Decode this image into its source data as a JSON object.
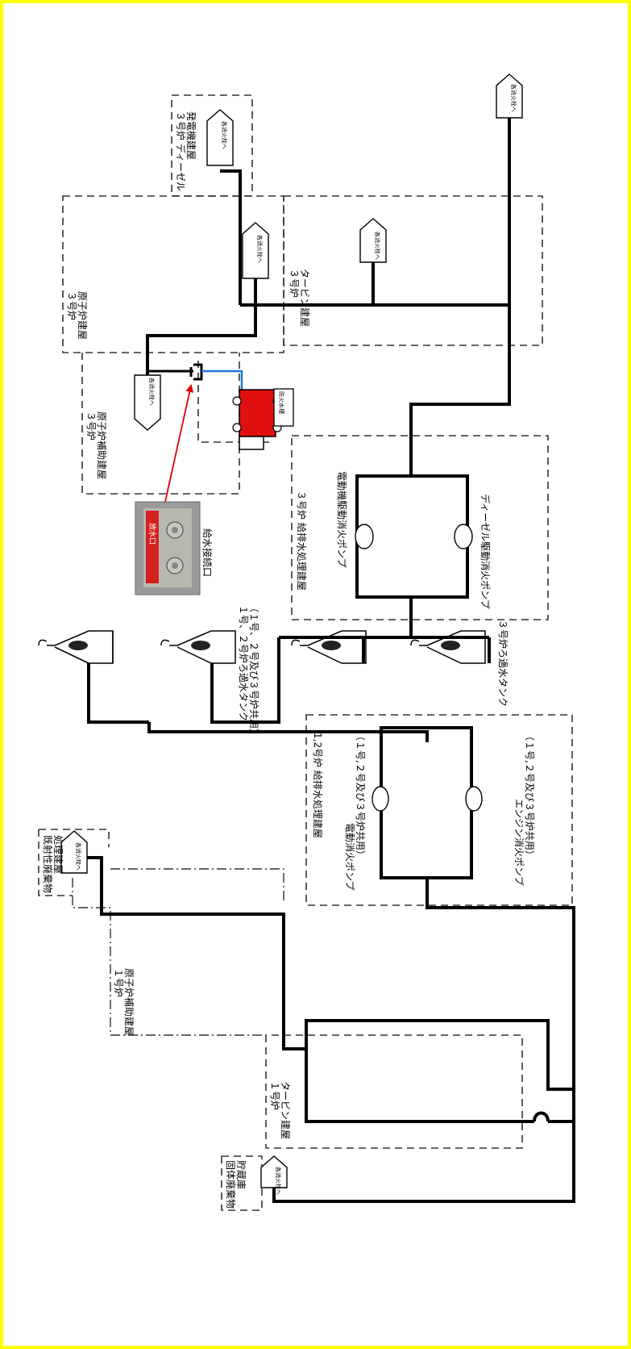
{
  "labels": {
    "unit3_diesel_gen_bldg": [
      "３号炉 ディーゼル",
      "発電機建屋"
    ],
    "unit3_turbine_bldg": [
      "３号炉",
      "タービン建屋"
    ],
    "unit3_reactor_bldg": [
      "３号炉",
      "原子炉建屋"
    ],
    "unit3_aux_bldg": [
      "３号炉",
      "原子炉補助建屋"
    ],
    "fire_water_tank": "防火水槽",
    "water_supply_connection": "給水接続口",
    "unit3_water_treatment_bldg": "３号炉 給排水処理建屋",
    "motor_pump_unit3": "電動機駆動消火ポンプ",
    "diesel_pump_unit3": "ディーゼル駆動消火ポンプ",
    "filtered_tank_units12": [
      "１号、２号炉ろ過水タンク",
      "（１号、２号及び３号炉共用）"
    ],
    "filtered_tank_unit3": "３号炉ろ過水タンク",
    "units12_water_treatment_bldg": "1,2号炉 給排水処理建屋",
    "motor_fire_pump_shared": [
      "電動消火ポンプ",
      "（１号,２号及び３号炉共用）"
    ],
    "engine_fire_pump_shared": [
      "エンジン消火ポンプ",
      "（１号,２号及び３号炉共用）"
    ],
    "radwaste_bldg": [
      "既射性廃棄物",
      "処理建屋"
    ],
    "unit1_aux_bldg": [
      "１号炉",
      "原子炉補助建屋"
    ],
    "unit1_turbine_bldg": [
      "１号炉",
      "タービン建屋"
    ],
    "solid_waste_storage": [
      "固体廃棄物",
      "貯蔵庫"
    ],
    "hydrant": "各消火栓へ",
    "photo_plate": "放水口"
  },
  "colors": {
    "frame": "#ffff00",
    "connection_arrow": "#e60000",
    "fire_truck": "#e01010",
    "hose": "#1e78d2"
  }
}
